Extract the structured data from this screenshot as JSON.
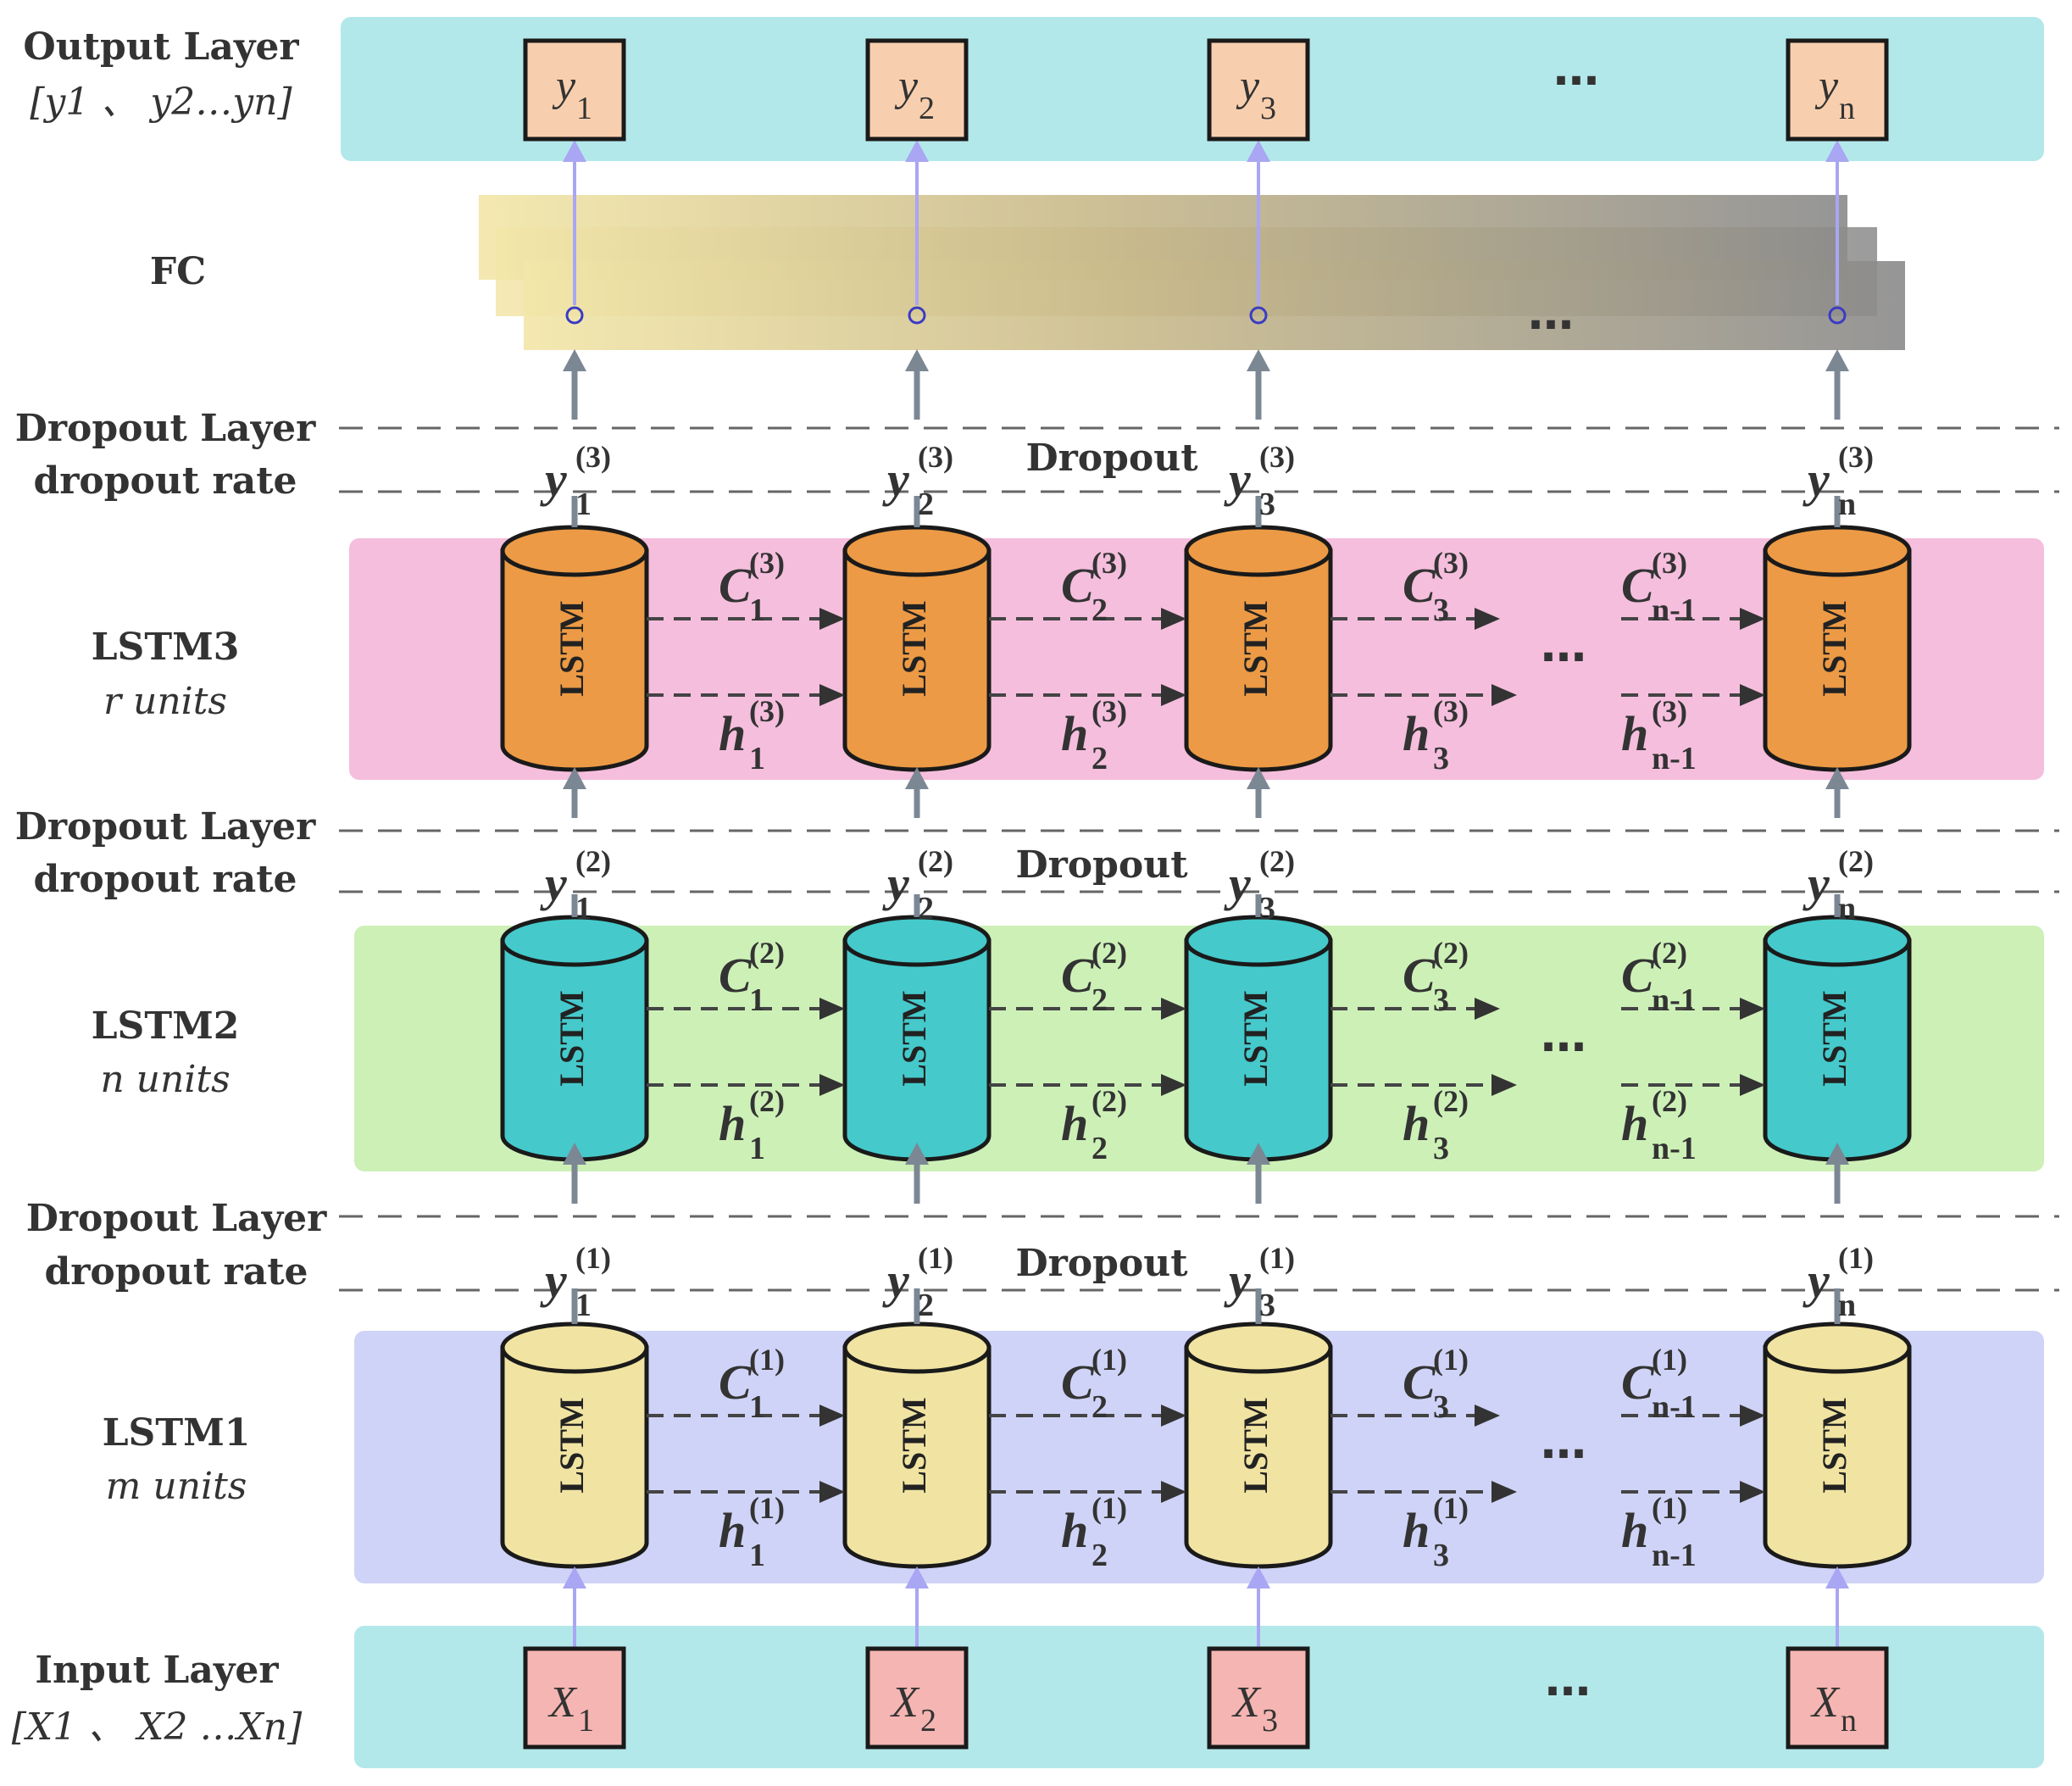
{
  "labels": {
    "output": [
      "Output Layer",
      "[y1 、 y2…yn]"
    ],
    "fc": "FC",
    "dropout3": [
      "Dropout Layer",
      "dropout rate"
    ],
    "lstm3": [
      "LSTM3",
      "r units"
    ],
    "dropout2": [
      "Dropout Layer",
      "dropout rate"
    ],
    "lstm2": [
      "LSTM2",
      "n units"
    ],
    "dropout1": [
      "Dropout Layer",
      "dropout rate"
    ],
    "lstm1": [
      "LSTM1",
      "m units"
    ],
    "input": [
      "Input Layer",
      "[X1 、 X2 …Xn]"
    ]
  },
  "dropout_text": "Dropout",
  "cell_label": "LSTM",
  "ellipsis": "…",
  "columns": [
    "1",
    "2",
    "3",
    "n"
  ],
  "output_symbol": "y",
  "input_symbol": "X",
  "state_prev_last": "n-1",
  "cell_state_symbol": "C",
  "hidden_state_symbol": "h",
  "layer_index": [
    "(1)",
    "(2)",
    "(3)"
  ],
  "colors": {
    "io_band": "#b3e8ea",
    "lstm3_band": "#f5bedc",
    "lstm2_band": "#cdf0b7",
    "lstm1_band": "#cfd3f7",
    "lstm3_cell": "#ec9a45",
    "lstm2_cell": "#45c9cb",
    "lstm1_cell": "#f1e4a2",
    "output_box": "#f8cfae",
    "input_box": "#f5b5b2",
    "arrow_light": "#a9a6f3",
    "arrow_gray": "#7c8794"
  }
}
